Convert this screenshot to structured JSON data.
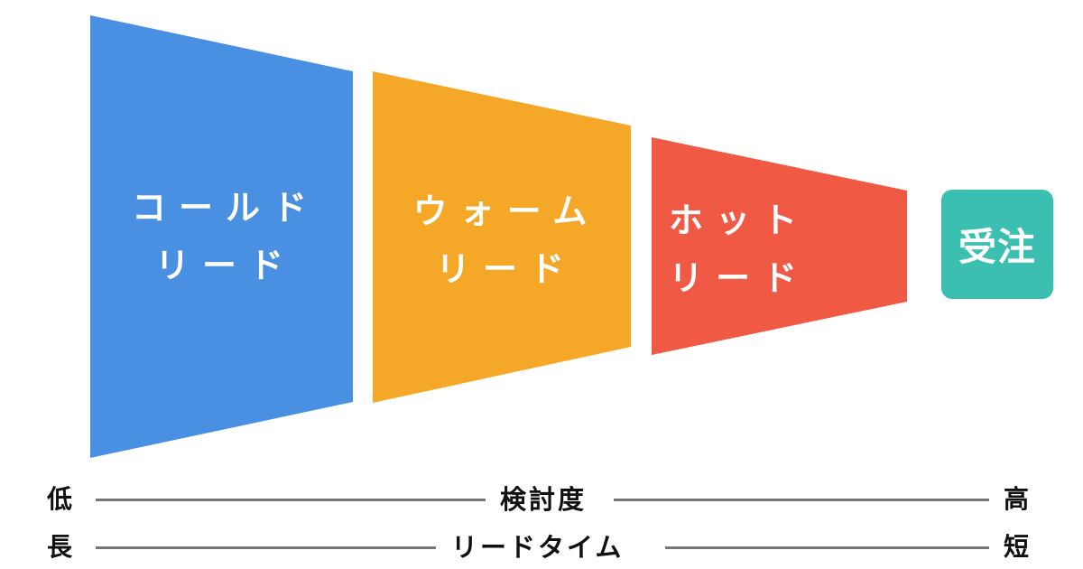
{
  "diagram": {
    "type": "sales-funnel",
    "colors": {
      "cold": "#4A90E2",
      "warm": "#F5A828",
      "hot": "#F05A45",
      "order": "#3ABFB0",
      "axis_line": "#777777",
      "axis_text": "#111111"
    },
    "stages": [
      {
        "id": "cold",
        "line1": "コールド",
        "line2": "リード"
      },
      {
        "id": "warm",
        "line1": "ウォーム",
        "line2": "リード"
      },
      {
        "id": "hot",
        "line1": "ホット",
        "line2": "リード"
      }
    ],
    "order": {
      "label": "受注"
    }
  },
  "axes": [
    {
      "title": "検討度",
      "left": "低",
      "right": "高"
    },
    {
      "title": "リードタイム",
      "left": "長",
      "right": "短"
    }
  ]
}
